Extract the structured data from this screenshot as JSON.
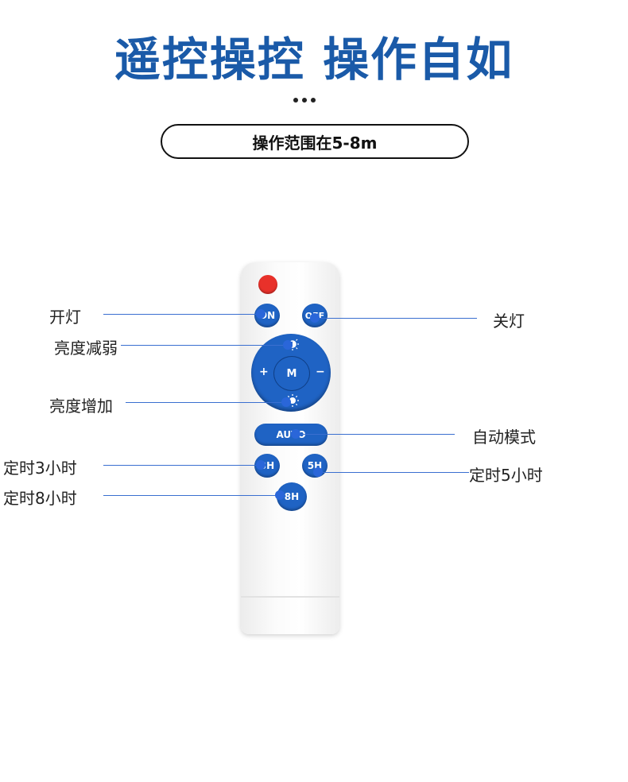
{
  "header": {
    "title": "遥控操控  操作自如",
    "range_pill": "操作范围在5-8m"
  },
  "remote": {
    "on_label": "ON",
    "off_label": "OFF",
    "center_label": "M",
    "plus_label": "+",
    "minus_label": "−",
    "auto_label": "AUTO",
    "timer3_label": "3H",
    "timer5_label": "5H",
    "timer8_label": "8H"
  },
  "callouts": {
    "turn_on": "开灯",
    "turn_off": "关灯",
    "dim_down": "亮度减弱",
    "dim_up": "亮度增加",
    "auto_mode": "自动模式",
    "timer_3h": "定时3小时",
    "timer_5h": "定时5小时",
    "timer_8h": "定时8小时"
  },
  "colors": {
    "title_blue": "#1a5aa8",
    "button_blue": "#1f63c4",
    "power_red": "#e8312a",
    "line_blue": "#3a6fd0"
  },
  "icons": {
    "brightness_down": "moon-sun-icon",
    "brightness_up": "sun-icon"
  }
}
